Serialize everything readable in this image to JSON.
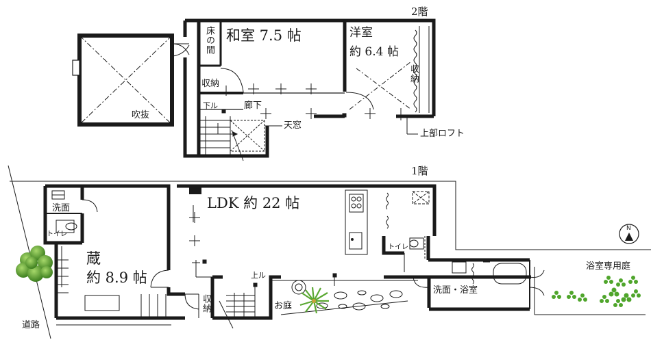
{
  "floors": {
    "second_label": "2階",
    "first_label": "1階"
  },
  "second_floor": {
    "washitsu": "和室 7.5 帖",
    "tokonoma": "床の間",
    "youshitsu_1": "洋室",
    "youshitsu_2": "約 6.4 帖",
    "shuno_east": "収納",
    "shuno_west": "収納",
    "fukinuke": "吹抜",
    "rouka": "廊下",
    "shita": "下ル",
    "tenmado": "天窓",
    "loft": "上部ロフト"
  },
  "first_floor": {
    "ldk": "LDK 約 22 帖",
    "senmen": "洗面",
    "toilet_w": "トイレ",
    "toilet_e": "トイレ",
    "kura_1": "蔵",
    "kura_2": "約 8.9 帖",
    "shuno": "収納",
    "agaru": "上ル",
    "oniwa": "お庭",
    "senmen_yokushitsu": "洗面・浴室",
    "yokushitsu_niwa": "浴室専用庭",
    "douro": "道路",
    "north": "N"
  },
  "colors": {
    "wall": "#1a1a1a",
    "line": "#333333",
    "plant_green": "#4f9a2b",
    "plant_light": "#8fd14f"
  }
}
